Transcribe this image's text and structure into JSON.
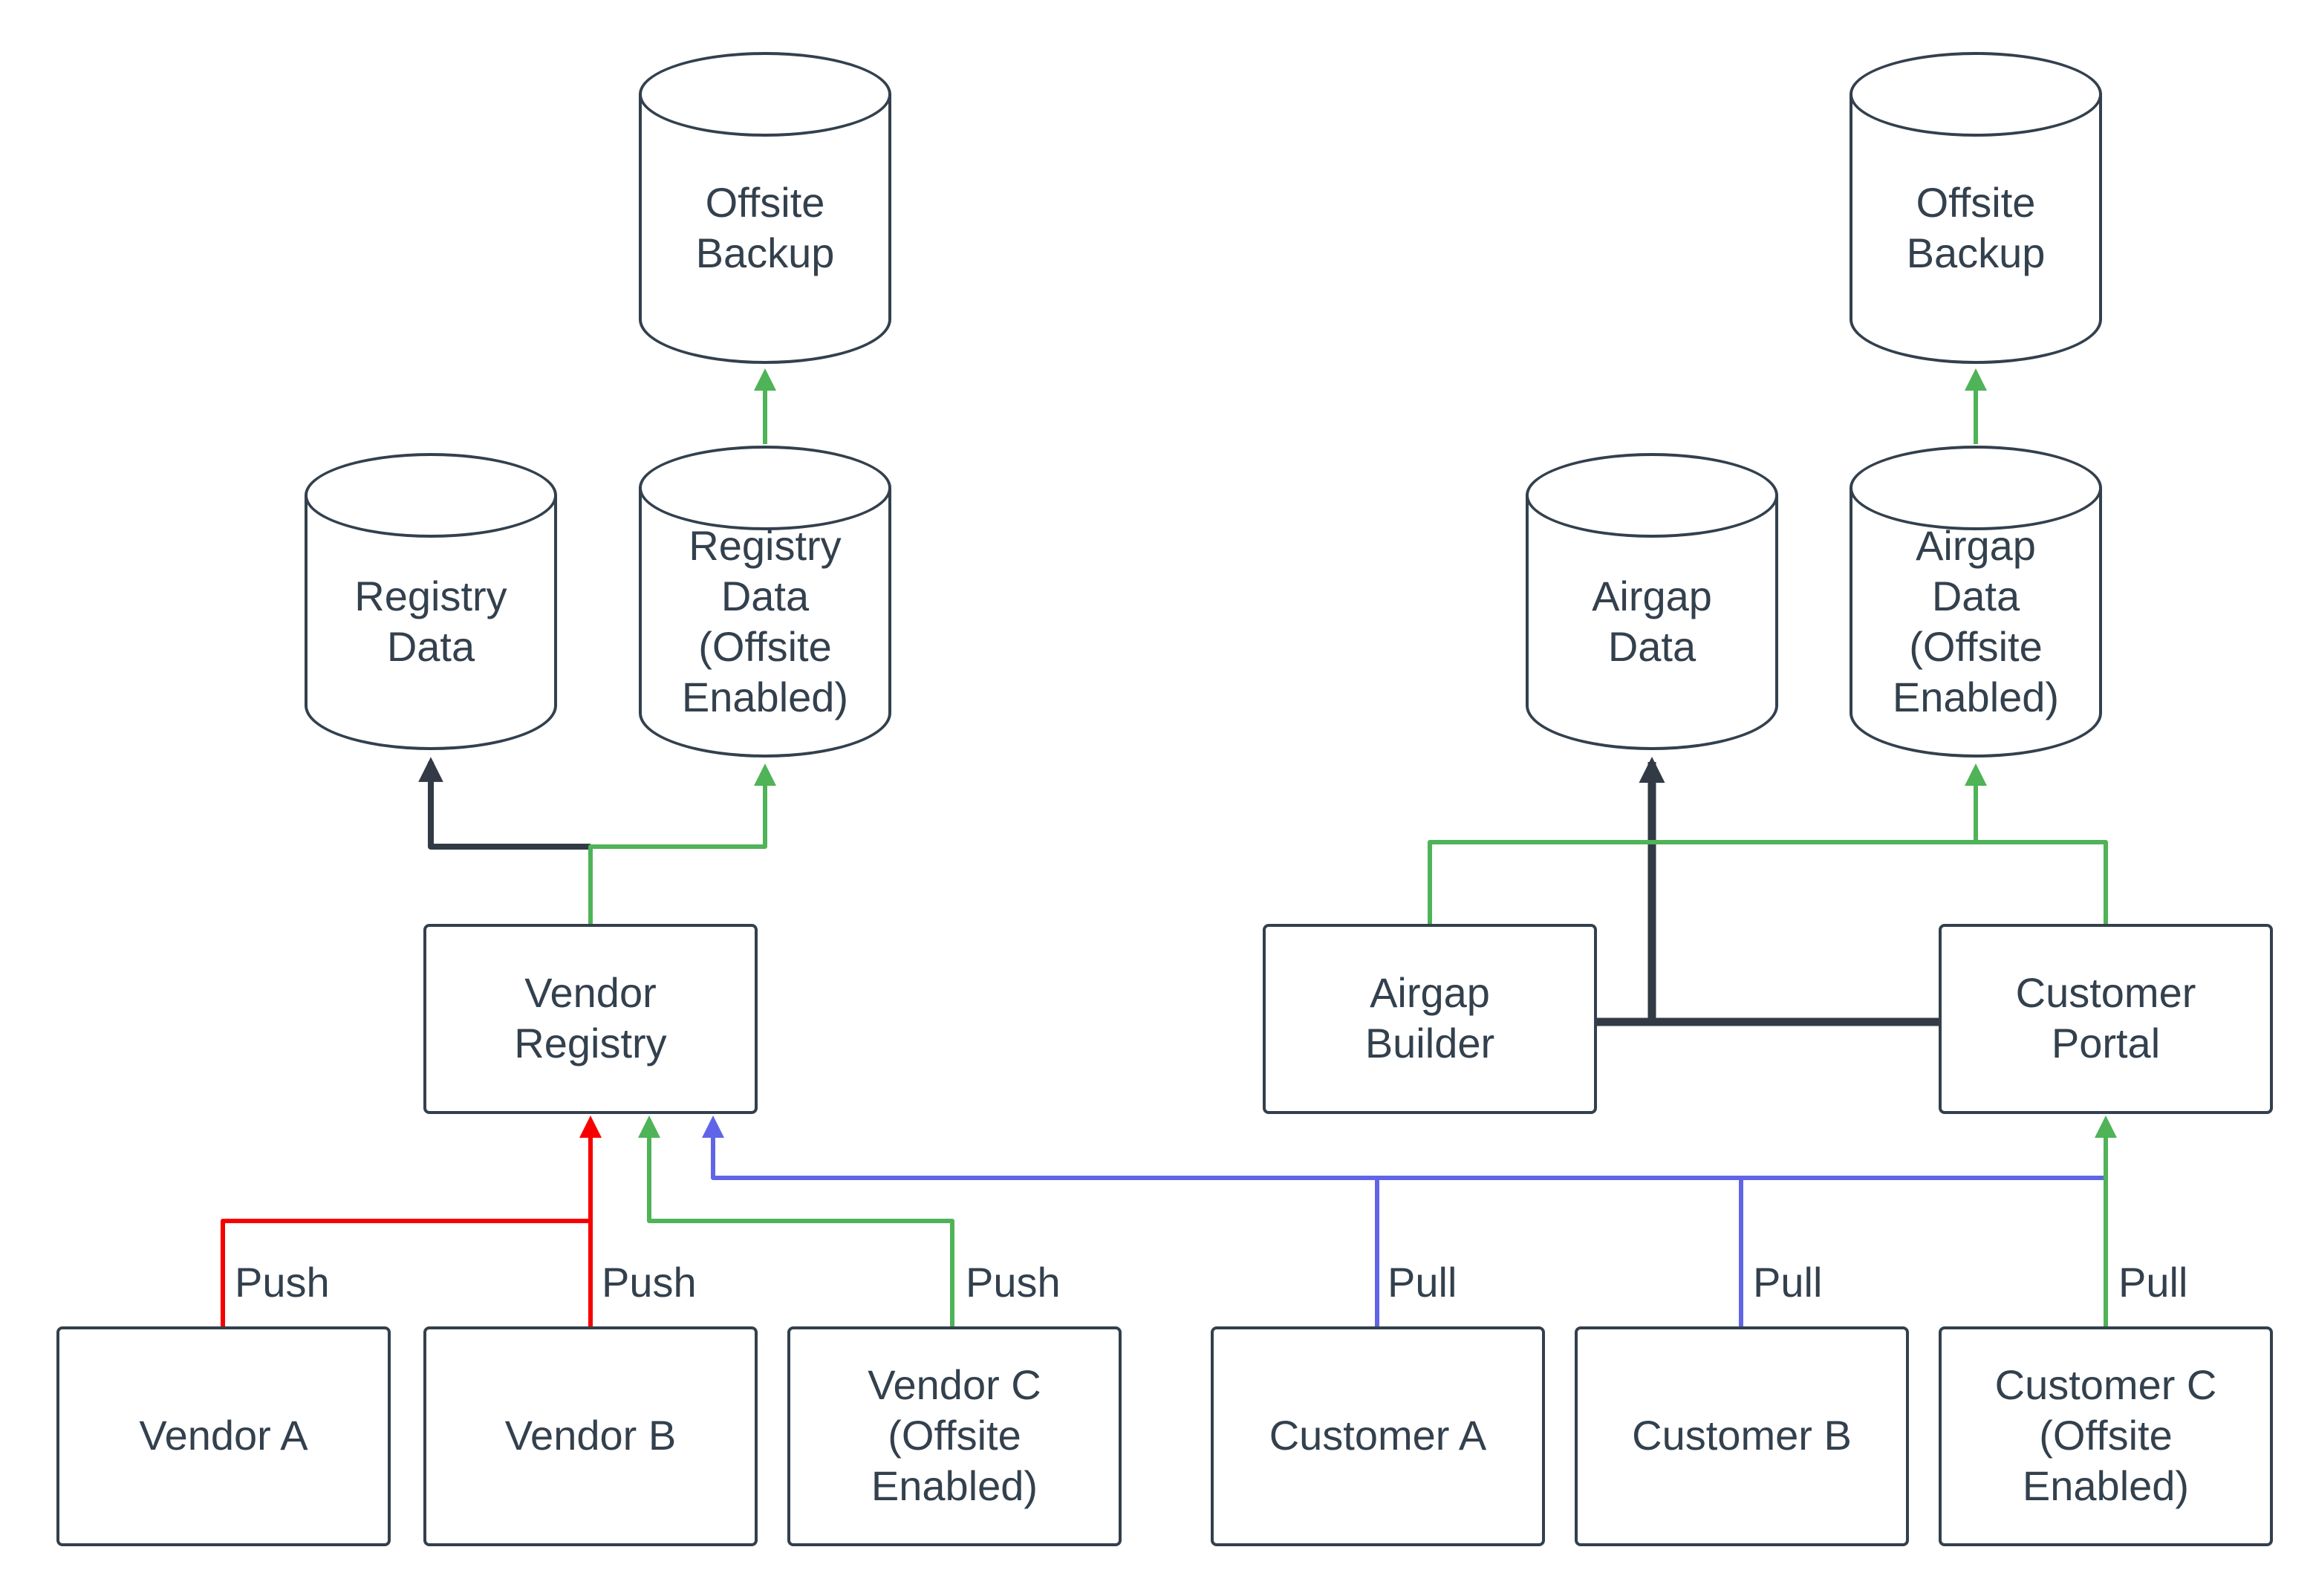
{
  "colors": {
    "push_red": "#f70000",
    "green": "#4fb357",
    "pull_blue": "#6065e8",
    "stroke_dark": "#323a45",
    "node_border": "#33404d",
    "text": "#33404d",
    "background": "#ffffff"
  },
  "nodes": {
    "offsite_backup_left": "Offsite Backup",
    "registry_data": "Registry Data",
    "registry_data_offsite": "Registry Data (Offsite Enabled)",
    "vendor_registry": "Vendor Registry",
    "vendor_a": "Vendor A",
    "vendor_b": "Vendor B",
    "vendor_c": "Vendor C (Offsite Enabled)",
    "airgap_data": "Airgap Data",
    "airgap_data_offsite": "Airgap Data (Offsite Enabled)",
    "offsite_backup_right": "Offsite Backup",
    "airgap_builder": "Airgap Builder",
    "customer_portal": "Customer Portal",
    "customer_a": "Customer A",
    "customer_b": "Customer B",
    "customer_c": "Customer C (Offsite Enabled)"
  },
  "edge_labels": {
    "push_vendor_a": "Push",
    "push_vendor_b": "Push",
    "push_vendor_c": "Push",
    "pull_customer_a": "Pull",
    "pull_customer_b": "Pull",
    "pull_customer_c": "Pull"
  },
  "edges": [
    {
      "from": "vendor_a",
      "to": "vendor_registry",
      "label_key": "push_vendor_a",
      "color": "push_red"
    },
    {
      "from": "vendor_b",
      "to": "vendor_registry",
      "label_key": "push_vendor_b",
      "color": "push_red"
    },
    {
      "from": "vendor_c",
      "to": "vendor_registry",
      "label_key": "push_vendor_c",
      "color": "green"
    },
    {
      "from": "customer_a",
      "to": "vendor_registry",
      "label_key": "pull_customer_a",
      "color": "pull_blue"
    },
    {
      "from": "customer_b",
      "to": "vendor_registry",
      "label_key": "pull_customer_b",
      "color": "pull_blue"
    },
    {
      "from": "customer_c",
      "to": "customer_portal",
      "label_key": "pull_customer_c",
      "color": "green"
    },
    {
      "from": "vendor_registry",
      "to": "registry_data",
      "color": "stroke_dark"
    },
    {
      "from": "vendor_registry",
      "to": "registry_data_offsite",
      "color": "green"
    },
    {
      "from": "registry_data_offsite",
      "to": "offsite_backup_left",
      "color": "green"
    },
    {
      "from": "airgap_builder",
      "to": "airgap_data",
      "color": "stroke_dark"
    },
    {
      "from": "airgap_builder",
      "to": "customer_portal",
      "color": "stroke_dark"
    },
    {
      "from": "airgap_builder",
      "to": "airgap_data_offsite",
      "color": "green"
    },
    {
      "from": "customer_portal",
      "to": "airgap_data_offsite",
      "color": "green"
    },
    {
      "from": "airgap_data_offsite",
      "to": "offsite_backup_right",
      "color": "green"
    }
  ]
}
